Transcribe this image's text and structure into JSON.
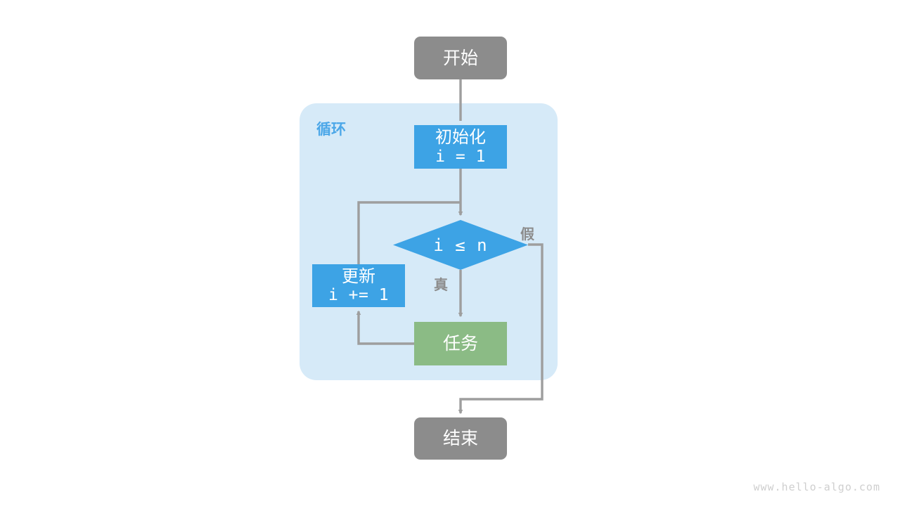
{
  "diagram": {
    "title": "loop-flowchart",
    "colors": {
      "terminal": "#8c8c8c",
      "process_blue": "#3da3e5",
      "process_green": "#8bbb85",
      "loop_background": "#d6eaf8",
      "loop_title": "#4ba7e8",
      "edge": "#9e9e9e",
      "edge_label": "#8c8c8c",
      "watermark": "#cfcfcf",
      "node_text": "#ffffff",
      "page_background": "#ffffff"
    },
    "loop_container": {
      "label": "循环"
    },
    "nodes": {
      "start": {
        "label": "开始",
        "shape": "rounded-rect",
        "type": "terminal"
      },
      "init": {
        "label_line1": "初始化",
        "label_line2": "i = 1",
        "shape": "rect",
        "type": "process"
      },
      "condition": {
        "label": "i ≤ n",
        "shape": "diamond",
        "type": "decision"
      },
      "update": {
        "label_line1": "更新",
        "label_line2": "i += 1",
        "shape": "rect",
        "type": "process"
      },
      "task": {
        "label": "任务",
        "shape": "rect",
        "type": "process"
      },
      "end": {
        "label": "结束",
        "shape": "rounded-rect",
        "type": "terminal"
      }
    },
    "edge_labels": {
      "true": "真",
      "false": "假"
    },
    "watermark": "www.hello-algo.com"
  }
}
